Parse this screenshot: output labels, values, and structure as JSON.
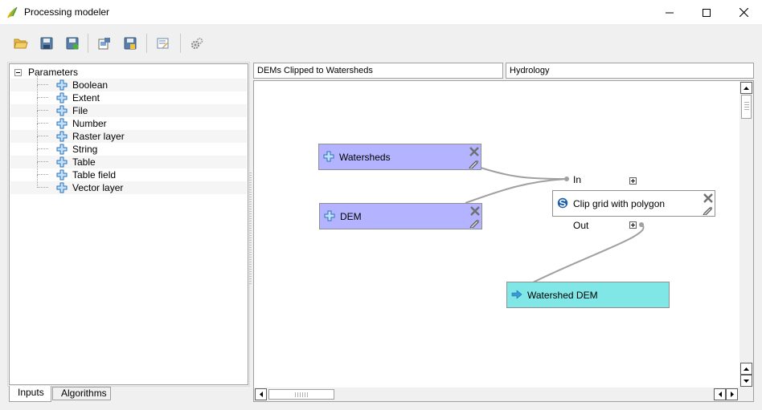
{
  "window": {
    "title": "Processing modeler",
    "minimize_icon": "minimize-icon",
    "maximize_icon": "maximize-icon",
    "close_icon": "close-icon"
  },
  "toolbar": {
    "buttons": [
      {
        "name": "open-model-button",
        "icon": "folder-open-icon"
      },
      {
        "name": "save-model-button",
        "icon": "save-icon"
      },
      {
        "name": "save-as-button",
        "icon": "save-as-icon"
      },
      {
        "name": "export-image-button",
        "icon": "export-image-icon"
      },
      {
        "name": "export-python-button",
        "icon": "export-python-icon"
      },
      {
        "name": "edit-help-button",
        "icon": "edit-help-icon"
      },
      {
        "name": "run-model-button",
        "icon": "gears-icon"
      }
    ]
  },
  "inputs_panel": {
    "root_label": "Parameters",
    "items": [
      {
        "label": "Boolean"
      },
      {
        "label": "Extent"
      },
      {
        "label": "File"
      },
      {
        "label": "Number"
      },
      {
        "label": "Raster layer"
      },
      {
        "label": "String"
      },
      {
        "label": "Table"
      },
      {
        "label": "Table field"
      },
      {
        "label": "Vector layer"
      }
    ]
  },
  "tabs": [
    {
      "label": "Inputs",
      "active": true
    },
    {
      "label": "Algorithms",
      "active": false
    }
  ],
  "model": {
    "name": "DEMs Clipped to Watersheds",
    "group": "Hydrology"
  },
  "canvas": {
    "nodes": {
      "watersheds": {
        "label": "Watersheds",
        "kind": "input"
      },
      "dem": {
        "label": "DEM",
        "kind": "input"
      },
      "clip": {
        "label": "Clip grid with polygon",
        "kind": "algorithm",
        "in_label": "In",
        "out_label": "Out"
      },
      "output": {
        "label": "Watershed DEM",
        "kind": "output"
      }
    }
  },
  "colors": {
    "input_node": "#b3b3ff",
    "output_node": "#80e6e6",
    "algorithm_node": "#ffffff",
    "link": "#a0a0a0"
  }
}
